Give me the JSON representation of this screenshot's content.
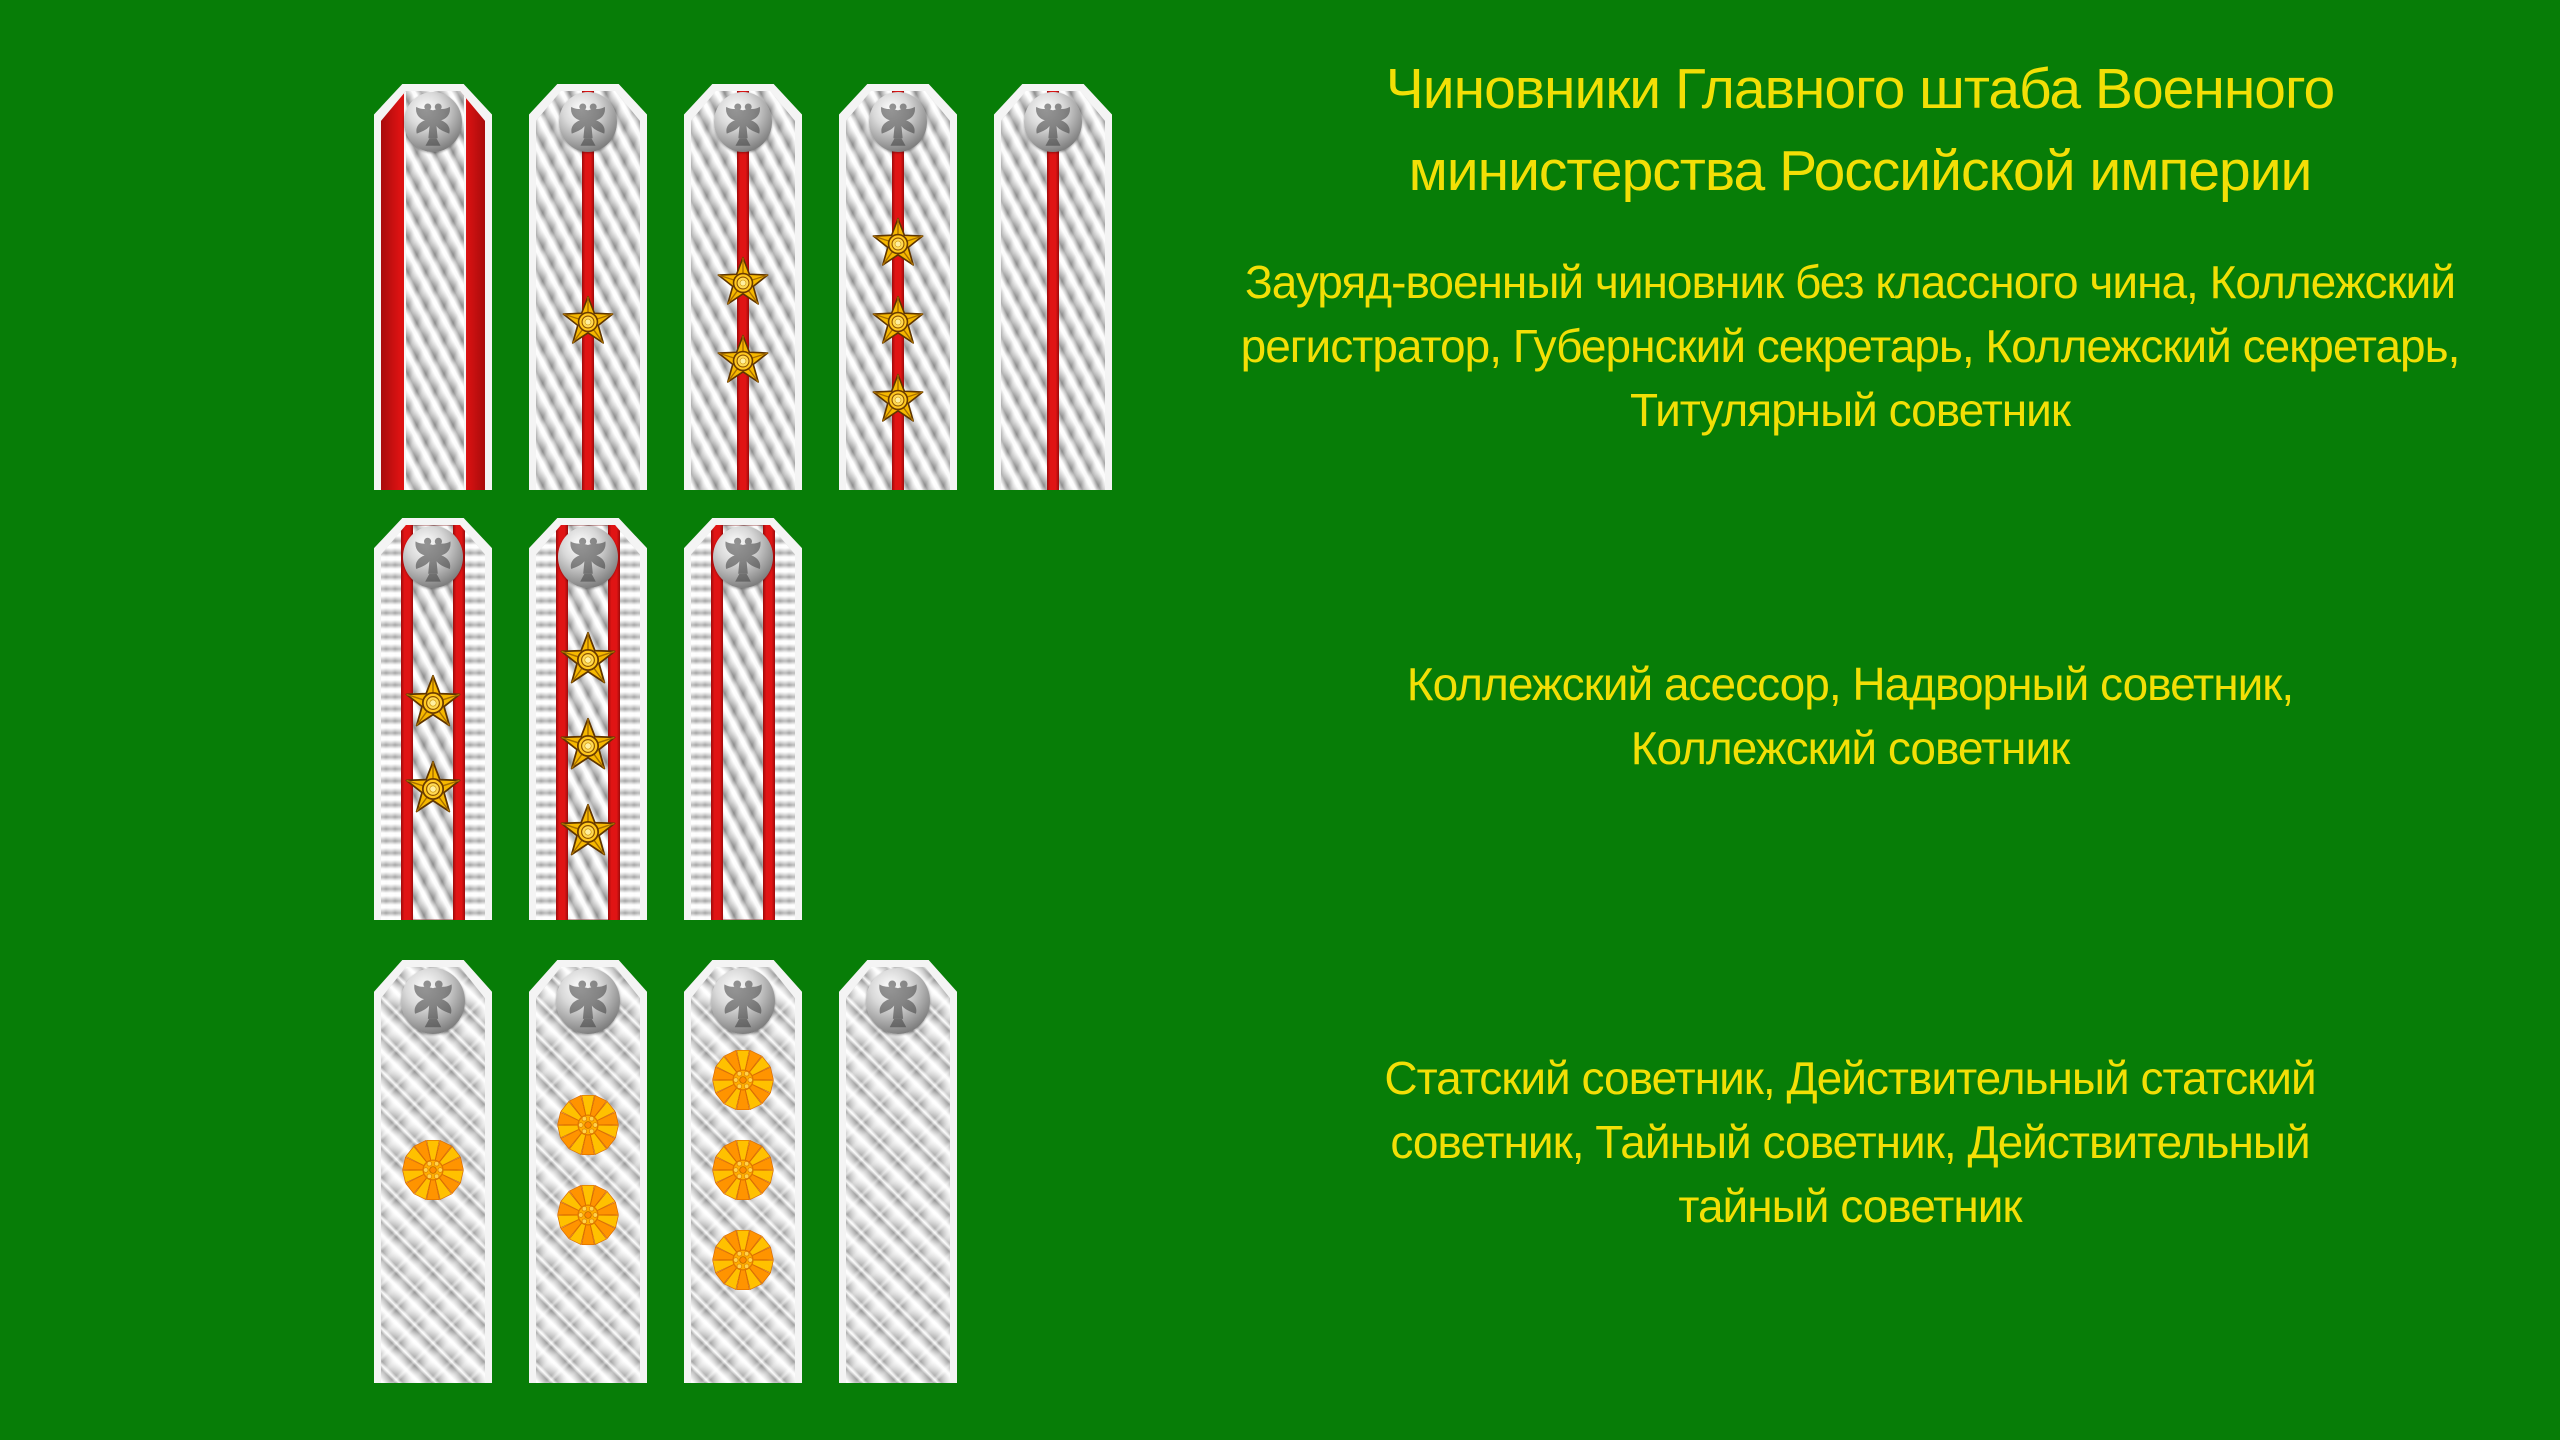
{
  "page": {
    "background_color": "#077D07",
    "text_color": "#F2DF06",
    "stripe_red": "#DC1212",
    "braid_silver": "#D9D9D9",
    "device_gold": "#F6B800",
    "rosette_orange": "#FF9400"
  },
  "title": {
    "text": "Чиновники Главного штаба Военного министерства Российской империи",
    "lines": [
      "Чиновники Главного штаба Военного",
      "министерства Российской империи"
    ]
  },
  "groups": [
    {
      "caption": "Зауряд-военный чиновник без классного чина, Коллежский регистратор, Губернский секретарь, Коллежский секретарь, Титулярный советник",
      "lines": [
        "Зауряд-военный чиновник без классного чина, Коллежский",
        "регистратор, Губернский секретарь, Коллежский секретарь,",
        "Титулярный советник"
      ]
    },
    {
      "caption": "Коллежский асессор, Надворный советник, Коллежский советник",
      "lines": [
        "Коллежский асессор, Надворный советник,",
        "Коллежский советник"
      ]
    },
    {
      "caption": "Статский советник, Действительный статский советник, Тайный советник, Действительный тайный советник",
      "lines": [
        "Статский советник, Действительный статский",
        "советник, Тайный советник, Действительный",
        "тайный советник"
      ]
    }
  ],
  "insignia": {
    "button": "double-headed-eagle-button",
    "rows": [
      {
        "group": 1,
        "boards": [
          {
            "rank": "Зауряд-военный чиновник без классного чина",
            "pattern": "red-side-bands",
            "stars": 0
          },
          {
            "rank": "Коллежский регистратор",
            "pattern": "single-red-stripe",
            "stars": 1
          },
          {
            "rank": "Губернский секретарь",
            "pattern": "single-red-stripe",
            "stars": 2
          },
          {
            "rank": "Коллежский секретарь",
            "pattern": "single-red-stripe",
            "stars": 3
          },
          {
            "rank": "Титулярный советник",
            "pattern": "single-red-stripe",
            "stars": 0
          }
        ]
      },
      {
        "group": 2,
        "boards": [
          {
            "rank": "Коллежский асессор",
            "pattern": "double-red-stripe",
            "stars": 2
          },
          {
            "rank": "Надворный советник",
            "pattern": "double-red-stripe",
            "stars": 3
          },
          {
            "rank": "Коллежский советник",
            "pattern": "double-red-stripe",
            "stars": 0
          }
        ]
      },
      {
        "group": 3,
        "boards": [
          {
            "rank": "Статский советник",
            "pattern": "plain-quilted",
            "rosettes": 1
          },
          {
            "rank": "Действительный статский советник",
            "pattern": "plain-quilted",
            "rosettes": 2
          },
          {
            "rank": "Тайный советник",
            "pattern": "plain-quilted",
            "rosettes": 3
          },
          {
            "rank": "Действительный тайный советник",
            "pattern": "plain-quilted",
            "rosettes": 0
          }
        ]
      }
    ]
  }
}
